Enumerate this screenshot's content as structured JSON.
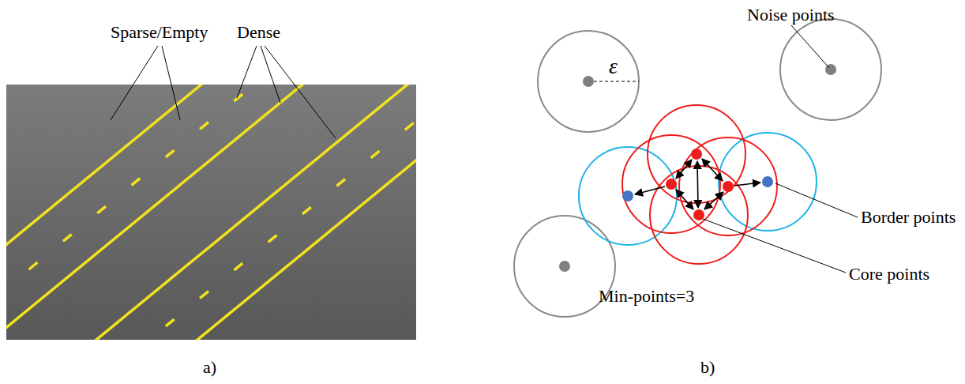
{
  "diagram": {
    "labels": [
      "Sparse/Empty",
      "Dense",
      "Noise points",
      "ε",
      "Border points",
      "Core points",
      "Min-points=3",
      "a)",
      "b)"
    ]
  }
}
